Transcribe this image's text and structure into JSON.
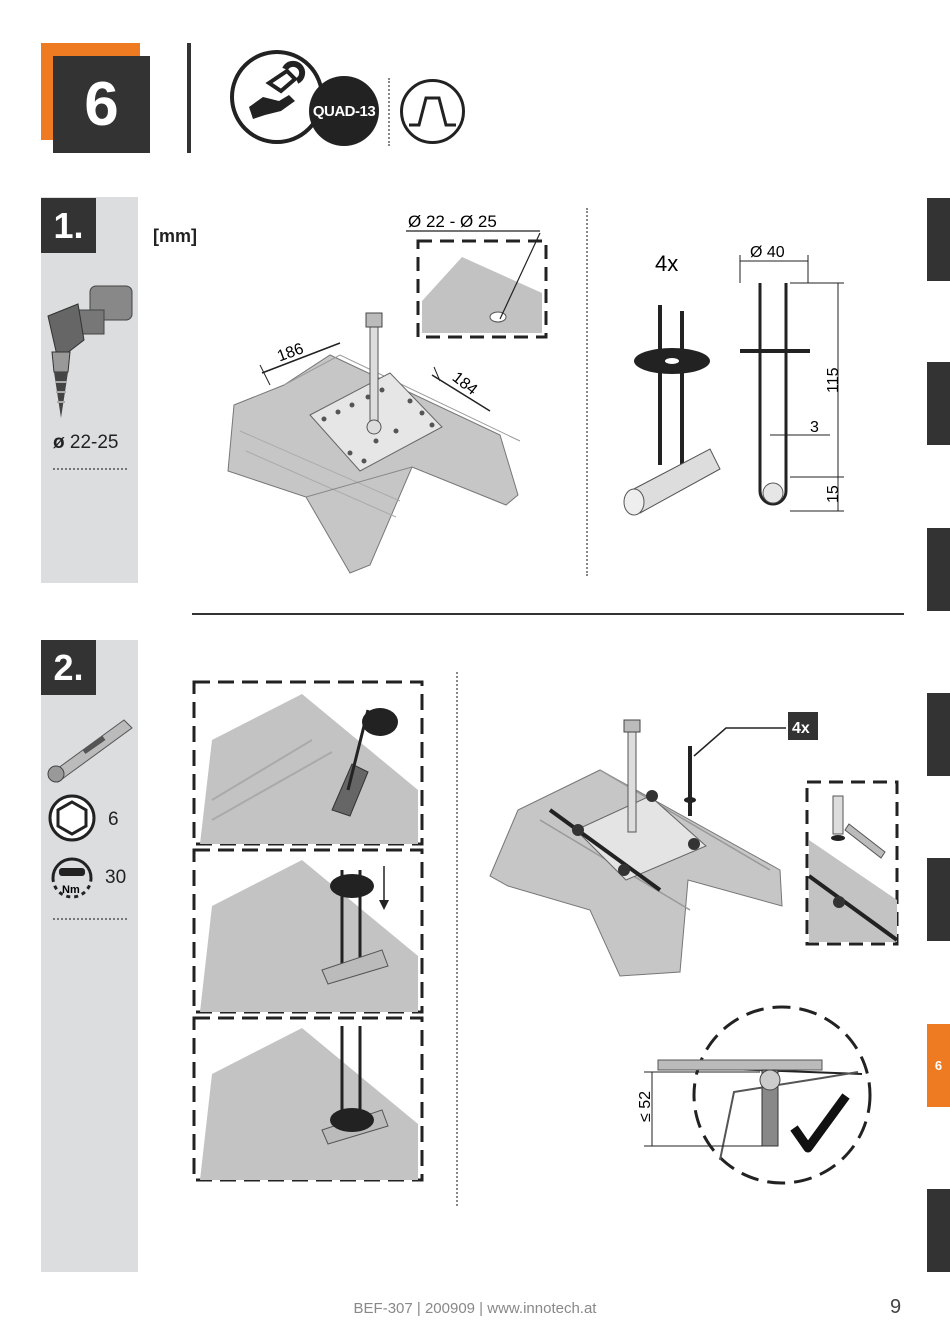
{
  "step": {
    "number": "6",
    "badge": "QUAD-13"
  },
  "section1": {
    "number": "1.",
    "drill_diameter": "22-25",
    "unit_label": "[mm]",
    "hole_diameter": "Ø 22 - Ø 25",
    "dim_width": "186",
    "dim_depth": "184",
    "bolt_qty": "4x",
    "bolt_diameter": "Ø 40",
    "bolt_height": "115",
    "bolt_gap": "3",
    "bolt_base": "15"
  },
  "section2": {
    "number": "2.",
    "hex_size": "6",
    "torque": "30",
    "torque_unit": "Nm",
    "screw_qty": "4x",
    "max_depth": "≤ 52"
  },
  "tabs": {
    "active_label": "6"
  },
  "footer": {
    "text": "BEF-307 | 200909 | www.innotech.at",
    "page": "9"
  },
  "colors": {
    "accent": "#ee7a22",
    "dark": "#333333",
    "sidebar": "#dcdddf"
  }
}
